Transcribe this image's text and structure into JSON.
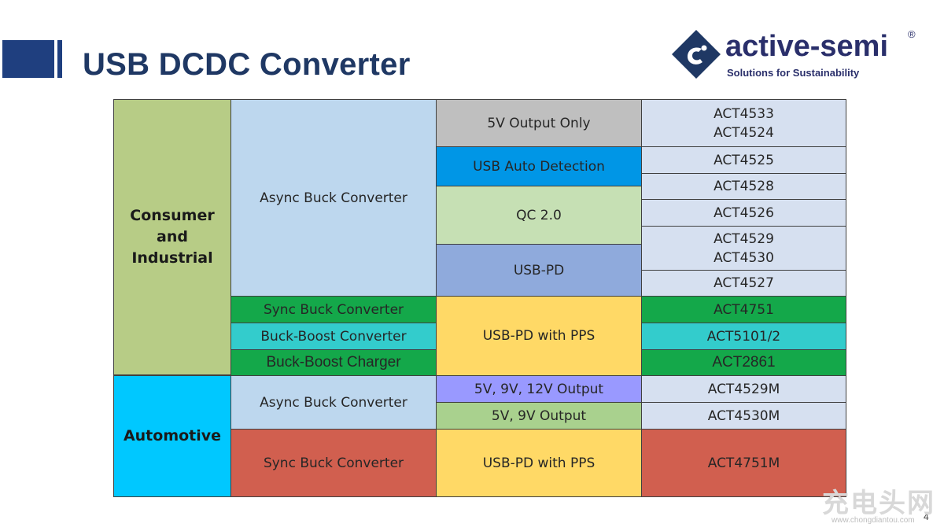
{
  "title": "USB DCDC Converter",
  "logo": {
    "name": "active-semi",
    "registered": "®",
    "tagline": "Solutions for Sustainability"
  },
  "colors": {
    "title": "#1f3864",
    "olive": "#b7cc86",
    "light_blue": "#bdd7ee",
    "grey": "#bfbfbf",
    "bright_blue": "#0096e6",
    "light_green": "#c6e0b4",
    "med_blue": "#8faadc",
    "pale_blue": "#d6e0f0",
    "green": "#14a84a",
    "teal": "#33cccc",
    "cyan": "#00c8ff",
    "purple": "#9999ff",
    "green2": "#a9d18e",
    "red": "#d15f4f",
    "yellow": "#ffd966"
  },
  "table": {
    "category_consumer": [
      "Consumer",
      "and",
      "Industrial"
    ],
    "category_automotive": "Automotive",
    "async_buck": "Async Buck Converter",
    "out_5v_only": "5V Output Only",
    "usb_auto_detection": "USB Auto Detection",
    "qc20": "QC 2.0",
    "usb_pd": "USB-PD",
    "sync_buck": "Sync Buck Converter",
    "buck_boost_converter": "Buck-Boost Converter",
    "buck_boost_charger": "Buck-Boost Charger",
    "usb_pd_pps": "USB-PD with PPS",
    "auto_async_buck": "Async Buck Converter",
    "out_5_9_12": "5V, 9V, 12V Output",
    "out_5_9": "5V, 9V Output",
    "auto_sync_buck": "Sync Buck Converter",
    "auto_usb_pd_pps": "USB-PD with PPS",
    "parts": {
      "p1a": "ACT4533",
      "p1b": "ACT4524",
      "p2": "ACT4525",
      "p3": "ACT4528",
      "p4": "ACT4526",
      "p5a": "ACT4529",
      "p5b": "ACT4530",
      "p6": "ACT4527",
      "p7": "ACT4751",
      "p8": "ACT5101/2",
      "p9": "ACT2861",
      "p10": "ACT4529M",
      "p11": "ACT4530M",
      "p12": "ACT4751M"
    }
  },
  "page_number": "4",
  "watermark": {
    "big": "充电头网",
    "small": "www.chongdiantou.com"
  }
}
